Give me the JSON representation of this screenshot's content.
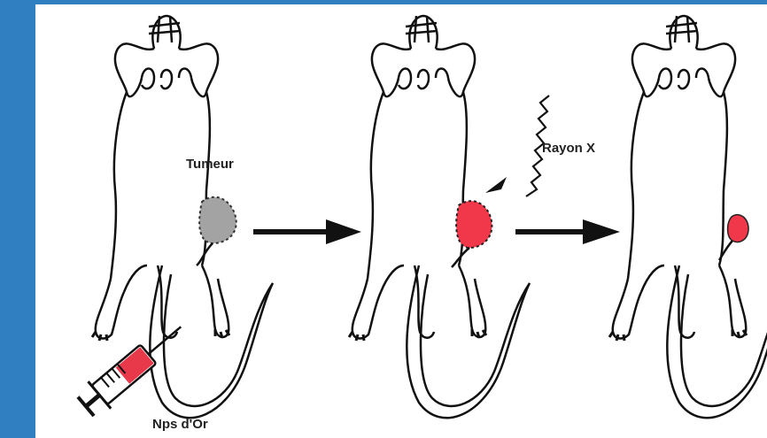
{
  "labels": {
    "tumor": "Tumeur",
    "xray": "Rayon X",
    "nanoparticles": "Nps d'Or"
  },
  "colors": {
    "frame": "#2f7fc1",
    "tumor_untreated": "#a3a3a3",
    "tumor_irradiated": "#f0384a",
    "syringe_fluid": "#e8394b",
    "outline": "#111111"
  }
}
